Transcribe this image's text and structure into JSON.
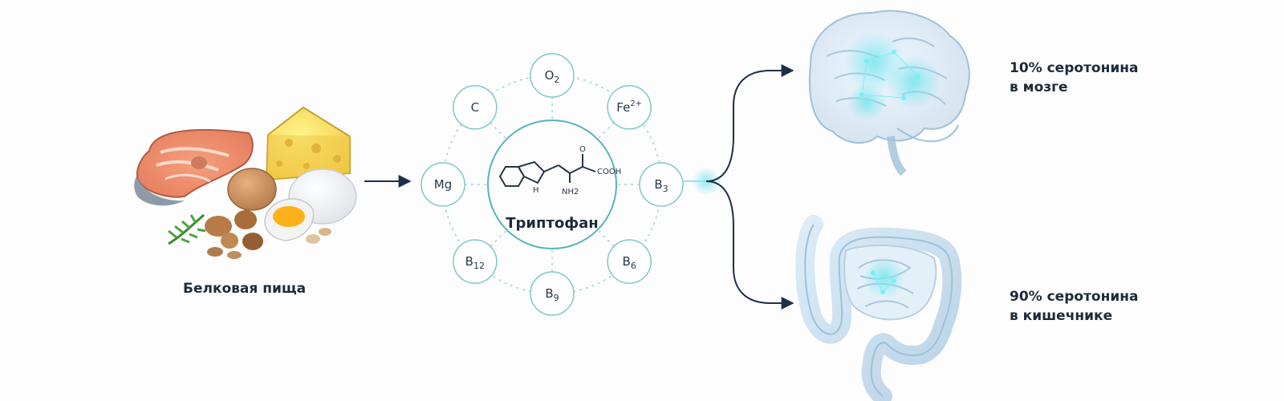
{
  "food": {
    "label": "Белковая пища",
    "image_icon": "protein-food-image"
  },
  "tryptophan": {
    "label": "Триптофан",
    "formula_labels": {
      "carbonyl_o": "O",
      "acid_group": "COOH",
      "amine": "NH2",
      "ring_nh": "H"
    }
  },
  "cofactors": [
    {
      "id": "o2",
      "main": "O",
      "sub": "2",
      "sup": ""
    },
    {
      "id": "fe",
      "main": "Fe",
      "sub": "",
      "sup": "2+"
    },
    {
      "id": "b3",
      "main": "B",
      "sub": "3",
      "sup": ""
    },
    {
      "id": "b6",
      "main": "B",
      "sub": "6",
      "sup": ""
    },
    {
      "id": "b9",
      "main": "B",
      "sub": "9",
      "sup": ""
    },
    {
      "id": "b12",
      "main": "B",
      "sub": "12",
      "sup": ""
    },
    {
      "id": "mg",
      "main": "Mg",
      "sub": "",
      "sup": ""
    },
    {
      "id": "c",
      "main": "C",
      "sub": "",
      "sup": ""
    }
  ],
  "outcomes": {
    "brain": {
      "line1": "10% серотонина",
      "line2": "в мозге",
      "icon": "brain-icon"
    },
    "gut": {
      "line1": "90% серотонина",
      "line2": "в кишечнике",
      "icon": "intestine-icon"
    }
  },
  "colors": {
    "arrow": "#1d2f48",
    "circle_stroke": "#7fc7c9",
    "dotted": "#9ed6d6",
    "center_stroke": "#55b5b8",
    "organ_fill": "#dcebf6",
    "organ_stroke": "#9fc1d8",
    "glow": "#7ee6ef"
  }
}
